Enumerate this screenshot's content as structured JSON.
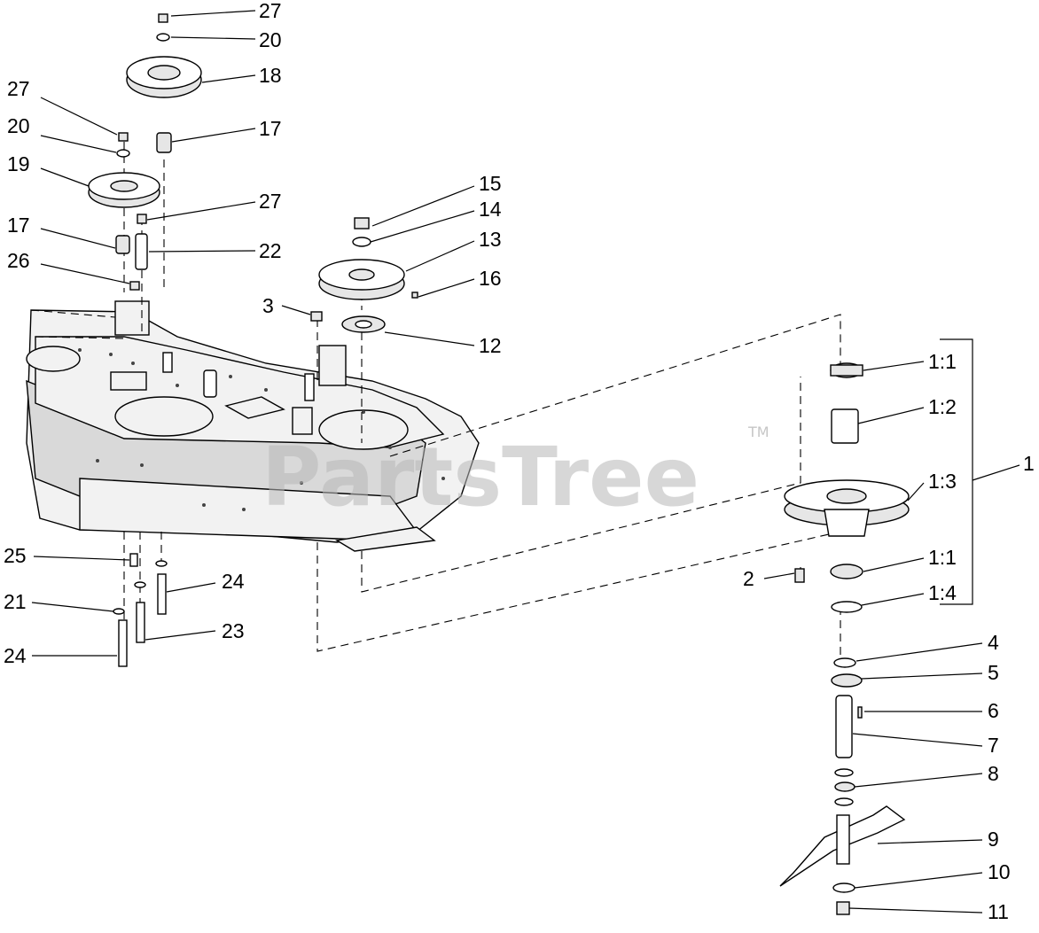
{
  "watermark": {
    "brand": "PartsTree",
    "trademark": "TM"
  },
  "callouts": [
    {
      "id": "c27a",
      "text": "27"
    },
    {
      "id": "c20a",
      "text": "20"
    },
    {
      "id": "c18",
      "text": "18"
    },
    {
      "id": "c27b",
      "text": "27"
    },
    {
      "id": "c20b",
      "text": "20"
    },
    {
      "id": "c17a",
      "text": "17"
    },
    {
      "id": "c19",
      "text": "19"
    },
    {
      "id": "c27c",
      "text": "27"
    },
    {
      "id": "c17b",
      "text": "17"
    },
    {
      "id": "c22",
      "text": "22"
    },
    {
      "id": "c26",
      "text": "26"
    },
    {
      "id": "c15",
      "text": "15"
    },
    {
      "id": "c14",
      "text": "14"
    },
    {
      "id": "c13",
      "text": "13"
    },
    {
      "id": "c16",
      "text": "16"
    },
    {
      "id": "c3",
      "text": "3"
    },
    {
      "id": "c12",
      "text": "12"
    },
    {
      "id": "c1_1a",
      "text": "1:1"
    },
    {
      "id": "c1_2",
      "text": "1:2"
    },
    {
      "id": "c1",
      "text": "1"
    },
    {
      "id": "c1_3",
      "text": "1:3"
    },
    {
      "id": "c2",
      "text": "2"
    },
    {
      "id": "c1_1b",
      "text": "1:1"
    },
    {
      "id": "c1_4",
      "text": "1:4"
    },
    {
      "id": "c25",
      "text": "25"
    },
    {
      "id": "c24a",
      "text": "24"
    },
    {
      "id": "c21",
      "text": "21"
    },
    {
      "id": "c23",
      "text": "23"
    },
    {
      "id": "c24b",
      "text": "24"
    },
    {
      "id": "c4",
      "text": "4"
    },
    {
      "id": "c5",
      "text": "5"
    },
    {
      "id": "c6",
      "text": "6"
    },
    {
      "id": "c7",
      "text": "7"
    },
    {
      "id": "c8",
      "text": "8"
    },
    {
      "id": "c9",
      "text": "9"
    },
    {
      "id": "c10",
      "text": "10"
    },
    {
      "id": "c11",
      "text": "11"
    }
  ]
}
